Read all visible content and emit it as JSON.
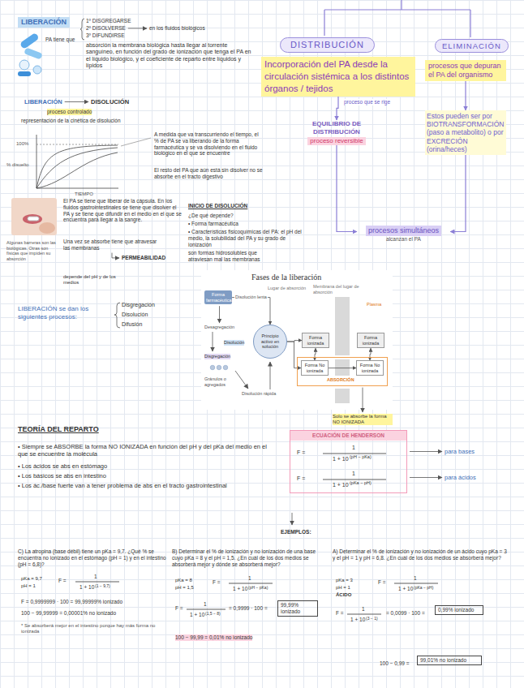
{
  "diagram": {
    "nodes": [
      {
        "text": [
          "LIBERACIÓN"
        ]
      },
      {
        "text": [
          "DISTRIBUCIÓN"
        ]
      },
      {
        "text": [
          "ELIMINACIÓN"
        ]
      },
      {
        "text": [
          "Incorporación del PA desde la circulación sistémica a los distintos órganos / tejidos"
        ]
      },
      {
        "text": [
          "procesos que depuran el PA del organismo"
        ]
      },
      {
        "text": [
          "EQUILIBRIO DE DISTRIBUCIÓN",
          "proceso reversible"
        ]
      },
      {
        "text": [
          "Estos pueden ser por BIOTRANSFORMACIÓN (paso a metabolito) o por EXCRECIÓN (orina/heces)"
        ]
      },
      {
        "text": [
          "procesos simultáneos",
          "alcanzan el PA"
        ]
      },
      {
        "text": [
          "Fases de la liberación"
        ]
      },
      {
        "text": [
          "Forma farmacéutica"
        ],
        "in": 8
      },
      {
        "text": [
          "Principio activo en solución"
        ],
        "in": 8
      },
      {
        "text": [
          "Forma ionizada"
        ],
        "in": 8
      },
      {
        "text": [
          "Forma ionizada"
        ],
        "in": 8
      },
      {
        "text": [
          "ABSORCIÓN"
        ],
        "in": 8
      },
      {
        "text": [
          "Forma No ionizada"
        ],
        "in": 13
      },
      {
        "text": [
          "Forma No ionizada"
        ],
        "in": 13
      },
      {
        "text": [
          "ECUACIÓN DE HENDERSON",
          "F =",
          "1",
          "1 + 10",
          "(pH − pKa)",
          "F =",
          "1",
          "1 + 10",
          "(pKa − pH)"
        ]
      },
      {
        "text": [
          "99,99% ionizado"
        ]
      },
      {
        "text": [
          "0,99% ionizado"
        ]
      },
      {
        "text": [
          "99,01% no ionizado"
        ]
      }
    ],
    "edges": [
      {
        "from": 3,
        "to": 5,
        "arrow": "to",
        "label": "proceso que se rige"
      },
      {
        "from": 4,
        "to": 6,
        "arrow": "to"
      },
      {
        "from": 5,
        "to": 7,
        "arrow": "to"
      },
      {
        "from": 6,
        "to": 7,
        "arrow": "to"
      },
      {
        "from": 9,
        "to": 10,
        "arrow": "to",
        "label": "Disolución lenta"
      },
      {
        "from": 10,
        "to": 11,
        "arrow": "to"
      },
      {
        "from": 10,
        "to": 14,
        "arrow": "to"
      },
      {
        "from": 11,
        "to": 14,
        "arrow": "both"
      },
      {
        "from": 14,
        "to": 15,
        "arrow": "to"
      },
      {
        "from": 12,
        "to": 15,
        "arrow": "both"
      }
    ],
    "labels": [
      "PA tiene que",
      "1º DISGREGARSE",
      "2º DISOLVERSE",
      "en los fluidos biológicos",
      "3º DIFUNDIRSE",
      "absorción la membrana biológica hasta llegar al torrente sanguíneo, en función del grado de ionización que tenga el PA en el líquido biológico, y el coeficiente de reparto entre líquidos y lípidos",
      "LIBERACIÓN",
      "DISOLUCIÓN",
      "proceso controlado",
      "representación de la cinética de disolución",
      "100%",
      "% disuelto",
      "TIEMPO",
      "A medida que va transcurriendo el tiempo, el % de PA se va liberando de la forma farmacéutica y se va disolviendo en el fluido biológico en el que se encuentre",
      "El resto del PA que aún está sin disolver no se absorbe en el tracto digestivo",
      "El PA se tiene que liberar de la cápsula. En los fluidos gastrointestinales se tiene que disolver el PA y se tiene que difundir en el medio en el que se encuentra para llegar a la sangre.",
      "Una vez se absorbe tiene que atravesar las membranas",
      "PERMEABILIDAD",
      "Algunas barreras son las biológicas. Otras son físicas que impiden su absorción",
      "depende del pH y de los medios",
      "INICIO DE DISOLUCIÓN",
      "¿De qué depende?",
      "• Forma farmacéutica",
      "• Características fisicoquímicas del PA: el pH del medio, la solubilidad del PA y su grado de ionización",
      "son formas hidrosolubles que atraviesan mal las membranas",
      "LIBERACIÓN se dan los siguientes procesos:",
      "Disgregación",
      "Disolución",
      "Difusión",
      "Lugar de absorción",
      "Desagregación",
      "Disolución",
      "Disgregación",
      "Gránulos o agregados",
      "Disolución rápida",
      "Membrana del lugar de absorción",
      "Plasma",
      "Solo se absorbe la forma NO IONIZADA",
      "TEORÍA DEL REPARTO",
      "• Siempre se ABSORBE la forma NO IONIZADA en función del pH y del pKa del medio en el que se encuentre la molécula",
      "• Los ácidos se abs en estómago",
      "• Los básicos se abs en intestino",
      "• Los ác./base fuerte van a tener problema de abs en el tracto gastrointestinal",
      "para bases",
      "para ácidos",
      "EJEMPLOS:",
      "C) La atropina (base débil) tiene un pKa = 9,7. ¿Qué % se encuentra no ionizado en el estómago (pH = 1) y en el intestino (pH = 6,8)?",
      "pKa = 9,7",
      "pH = 1",
      "F =",
      "1",
      "1 + 10",
      "(1 − 9,7)",
      "F = 0,9999999 · 100 = 99,99999% ionizado",
      "100 − 99,99999 = 0,00001% no ionizado",
      "* Se absorberá mejor en el intestino porque hay más forma no ionizada",
      "B) Determinar el % de ionización y no ionización de una base cuyo pKa = 8 y el pH = 1,5. ¿En cuál de los dos medios se absorberá mejor y dónde se absorberá mejor?",
      "pKa = 8",
      "pH = 1,5",
      "F =",
      "1",
      "1 + 10",
      "(pH − pKa)",
      "F =",
      "1",
      "1 + 10",
      "(1,5 − 8)",
      "= 0,9999 · 100 =",
      "100 − 99,99 = 0,01% no ionizado",
      "A) Determinar el % de ionización y no ionización de un ácido cuyo pKa = 3 y el pH = 1 y pH = 6,8. ¿En cuál de los dos medios se absorberá mejor?",
      "pKa = 3",
      "pH = 1",
      "ÁCIDO",
      "F =",
      "1",
      "1 + 10",
      "(pKa − pH)",
      "F =",
      "1",
      "1 + 10",
      "(3 − 1)",
      "= 0,0099 · 100 =",
      "100 − 0,99 ="
    ]
  }
}
